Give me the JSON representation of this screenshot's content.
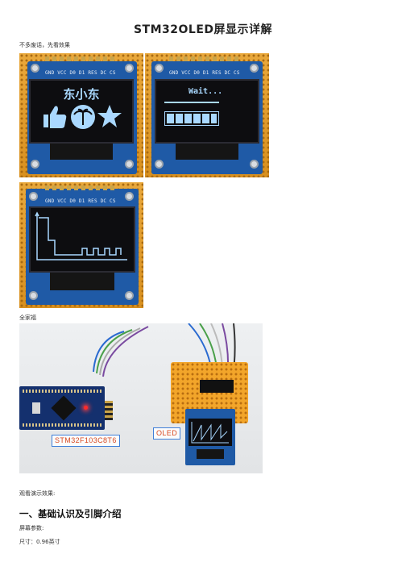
{
  "title": "STM32OLED屏显示详解",
  "intro": "不多废话，先看效果",
  "photo1": {
    "text": "东小东",
    "pins": "GND VCC D0 D1 RES DC CS"
  },
  "photo2": {
    "text": "Wait...",
    "pins": "GND VCC D0 D1 RES DC CS"
  },
  "photo3": {
    "pins": "GND VCC D0 D1 RES DC CS"
  },
  "caption_family": "全家福",
  "photo4": {
    "mcu_label": "STM32F103C8T6",
    "oled_label": "OLED"
  },
  "caption_demo": "观看演示效果:",
  "section1_heading": "一、基础认识及引脚介绍",
  "screen_params_label": "屏幕参数:",
  "size_line": "尺寸：0.96英寸"
}
